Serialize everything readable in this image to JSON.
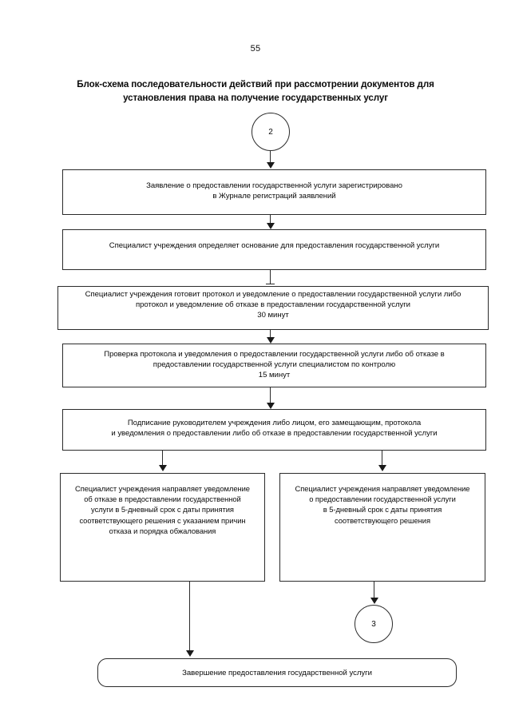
{
  "page": {
    "number": "55"
  },
  "title": {
    "line1": "Блок-схема последовательности действий при рассмотрении документов для",
    "line2": "установления права на получение государственных услуг"
  },
  "connectors": {
    "top_circle_label": "2",
    "bottom_circle_label": "3"
  },
  "nodes": {
    "registered": {
      "line1": "Заявление о предоставлении государственной услуги зарегистрировано",
      "line2": "в Журнале регистраций заявлений"
    },
    "determine_basis": {
      "line1": "Специалист учреждения определяет основание для предоставления государственной услуги"
    },
    "prepare_protocol": {
      "line1": "Специалист учреждения готовит протокол и уведомление о предоставлении государственной услуги либо",
      "line2": "протокол и уведомление об отказе в предоставлении государственной услуги",
      "line3": "30 минут"
    },
    "check_protocol": {
      "line1": "Проверка протокола и уведомления о предоставлении государственной услуги либо об отказе в",
      "line2": "предоставлении государственной услуги специалистом по контролю",
      "line3": "15 минут"
    },
    "signing": {
      "line1": "Подписание руководителем учреждения либо лицом, его замещающим, протокола",
      "line2": "и уведомления о предоставлении либо об отказе в предоставлении государственной услуги"
    },
    "refusal_branch": {
      "line1": "Специалист учреждения направляет уведомление",
      "line2": "об отказе в предоставлении государственной",
      "line3": "услуги в 5-дневный срок с даты принятия",
      "line4": "соответствующего  решения с указанием причин",
      "line5": "отказа и порядка обжалования"
    },
    "approval_branch": {
      "line1": "Специалист учреждения направляет уведомление",
      "line2": "о предоставлении государственной услуги",
      "line3": "в 5-дневный срок с даты принятия",
      "line4": "соответствующего решения"
    },
    "completion": {
      "line1": "Завершение предоставления государственной услуги"
    }
  },
  "colors": {
    "stroke": "#2b2b2b",
    "text": "#0b0b0b",
    "background": "#ffffff"
  }
}
